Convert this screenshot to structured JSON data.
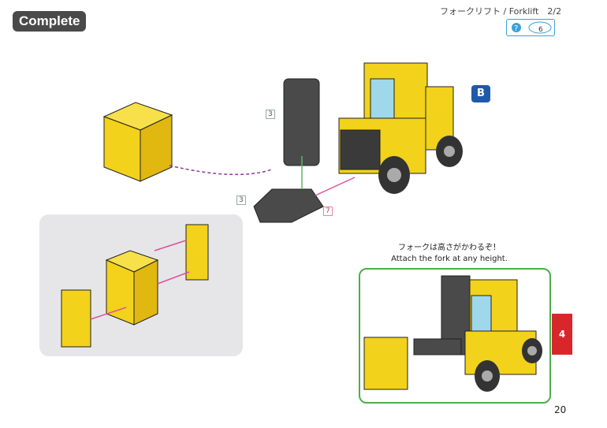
{
  "badge": "Complete",
  "header": {
    "title": "フォークリフト / Forklift　2/2",
    "help_count": "6"
  },
  "marker": "B",
  "parts": {
    "part_a": "3",
    "part_b": "3",
    "part_c": "7"
  },
  "hint": {
    "jp": "フォークは高さがかわるぞ！",
    "en": "Attach the fork at any height."
  },
  "chapter_tab": "4",
  "page_number": "20",
  "colors": {
    "yellow": "#f2d21b",
    "dark": "#4a4a4a",
    "accent_blue": "#1e5aa8",
    "green": "#4cae4c",
    "red": "#d9262b"
  }
}
